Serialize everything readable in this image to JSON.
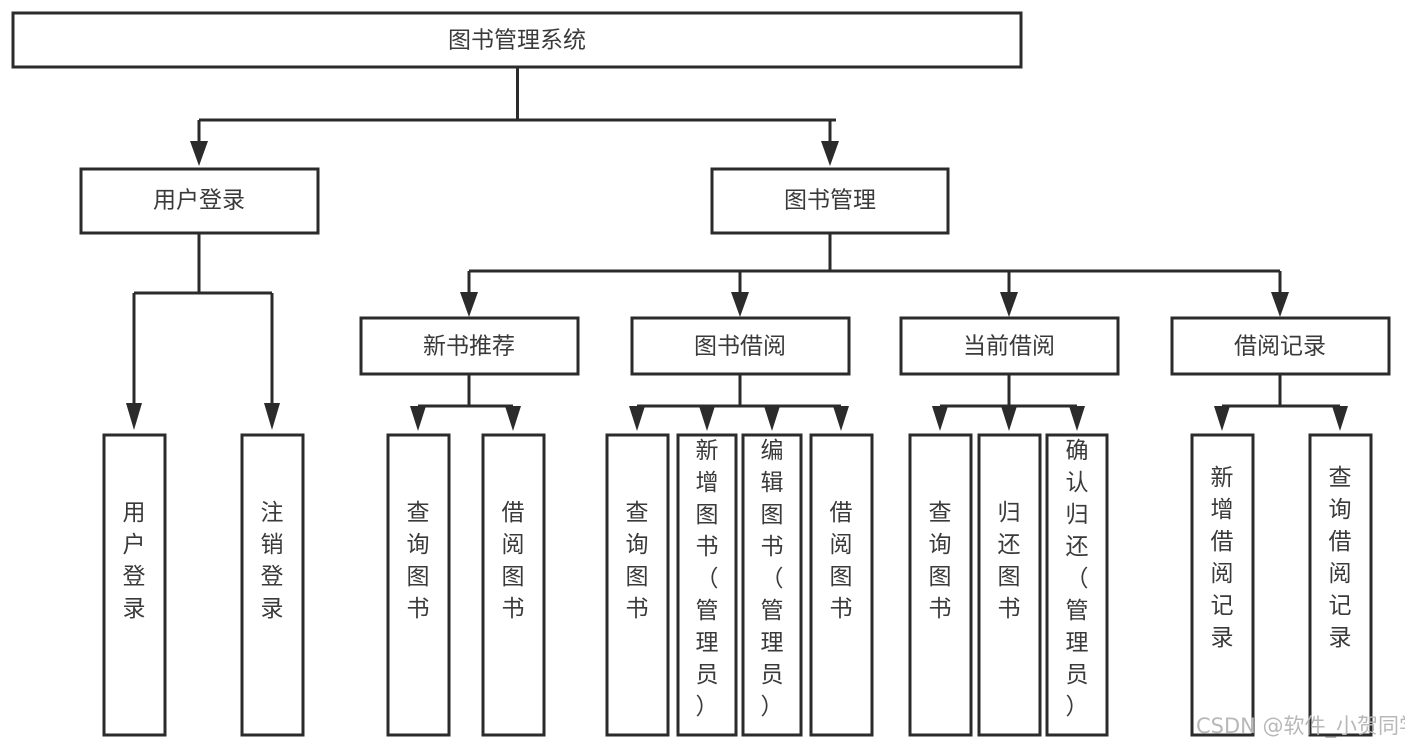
{
  "diagram": {
    "title": "图书管理系统",
    "type": "tree-hierarchy-diagram",
    "watermark": "CSDN @软件_小贺同学",
    "colors": {
      "stroke": "#2b2b2b",
      "box_fill": "#ffffff",
      "label": "#3a3a3a",
      "watermark": "#b8b8b8",
      "background": "#ffffff"
    },
    "root": {
      "label": "图书管理系统"
    },
    "level2": [
      {
        "label": "用户登录"
      },
      {
        "label": "图书管理"
      }
    ],
    "level3": [
      {
        "label": "新书推荐"
      },
      {
        "label": "图书借阅"
      },
      {
        "label": "当前借阅"
      },
      {
        "label": "借阅记录"
      }
    ],
    "leaves": {
      "user_login": [
        {
          "label": "用户登录"
        },
        {
          "label": "注销登录"
        }
      ],
      "new_book": [
        {
          "label": "查询图书"
        },
        {
          "label": "借阅图书"
        }
      ],
      "book_borrow": [
        {
          "label": "查询图书"
        },
        {
          "label": "新增图书（管理员）"
        },
        {
          "label": "编辑图书（管理员）"
        },
        {
          "label": "借阅图书"
        }
      ],
      "current_borrow": [
        {
          "label": "查询图书"
        },
        {
          "label": "归还图书"
        },
        {
          "label": "确认归还（管理员）"
        }
      ],
      "borrow_record": [
        {
          "label": "新增借阅记录"
        },
        {
          "label": "查询借阅记录"
        }
      ]
    }
  }
}
